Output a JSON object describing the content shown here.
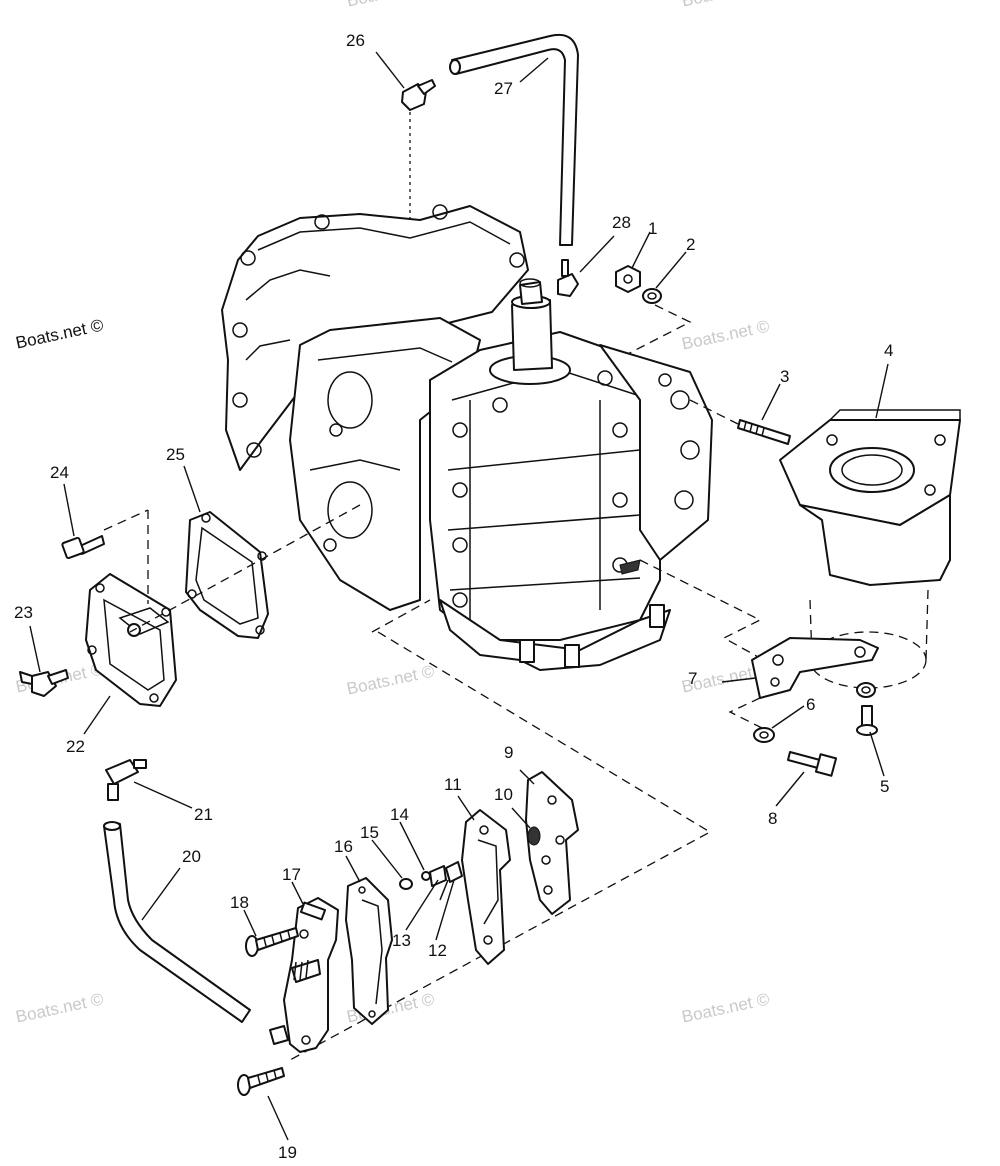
{
  "watermark": "Boats.net ©",
  "callouts": {
    "c1": "1",
    "c2": "2",
    "c3": "3",
    "c4": "4",
    "c5": "5",
    "c6": "6",
    "c7": "7",
    "c8": "8",
    "c9": "9",
    "c10": "10",
    "c11": "11",
    "c12": "12",
    "c13": "13",
    "c14": "14",
    "c15": "15",
    "c16": "16",
    "c17": "17",
    "c18": "18",
    "c19": "19",
    "c20": "20",
    "c21": "21",
    "c22": "22",
    "c23": "23",
    "c24": "24",
    "c25": "25",
    "c26": "26",
    "c27": "27",
    "c28": "28"
  }
}
